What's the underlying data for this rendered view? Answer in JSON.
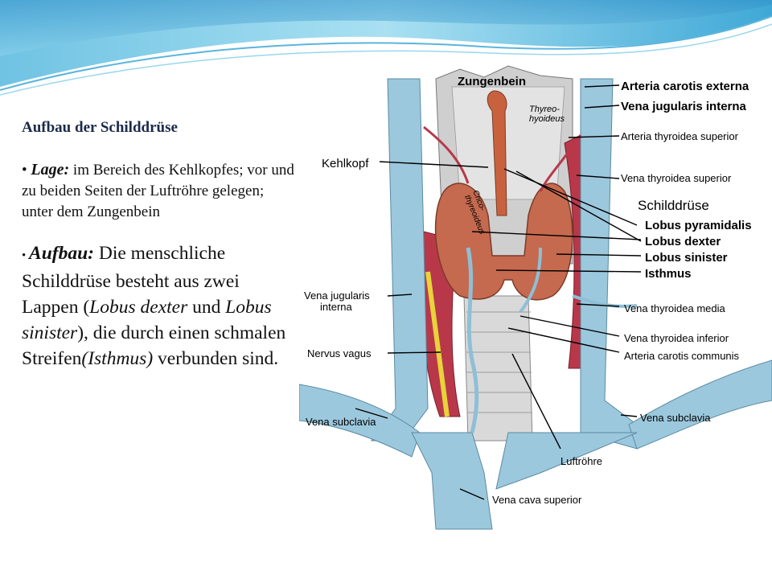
{
  "slide": {
    "heading": "Aufbau der Schilddrüse",
    "lage_lead": "Lage:",
    "lage_text": " im Bereich des Kehlkopfes; vor und zu beiden Seiten der Luftröhre gelegen; unter dem Zungenbein",
    "aufbau_lead": "Aufbau:",
    "aufbau_t1": " Die menschliche Schilddrüse besteht aus zwei Lappen (",
    "aufbau_i1": "Lobus dexter",
    "aufbau_t2": " und ",
    "aufbau_i2": "Lobus sinister",
    "aufbau_t3": "), die durch einen schmalen Streifen",
    "aufbau_i3": "(Isthmus)",
    "aufbau_t4": " verbunden sind."
  },
  "figure": {
    "labels": {
      "zungenbein": "Zungenbein",
      "thyreo1": "Thyreo-",
      "thyreo2": "hyoideus",
      "crico1": "Crico-",
      "crico2": "thyreoideus",
      "carotis_externa": "Arteria carotis externa",
      "jugularis_interna_r": "Vena jugularis interna",
      "thyroidea_sup_art": "Arteria thyroidea superior",
      "kehlkopf": "Kehlkopf",
      "thyroidea_sup_vena": "Vena thyroidea superior",
      "schilddruese": "Schilddrüse",
      "lobus_pyramidalis": "Lobus pyramidalis",
      "lobus_dexter": "Lobus dexter",
      "lobus_sinister": "Lobus sinister",
      "isthmus": "Isthmus",
      "jugularis_l1": "Vena jugularis",
      "jugularis_l2": "interna",
      "thyroidea_media": "Vena thyroidea media",
      "nervus_vagus": "Nervus vagus",
      "thyroidea_inferior": "Vena thyroidea inferior",
      "carotis_communis": "Arteria carotis communis",
      "subclavia_l": "Vena subclavia",
      "subclavia_r": "Vena subclavia",
      "luftroehre": "Luftröhre",
      "cava_superior": "Vena cava superior"
    }
  }
}
